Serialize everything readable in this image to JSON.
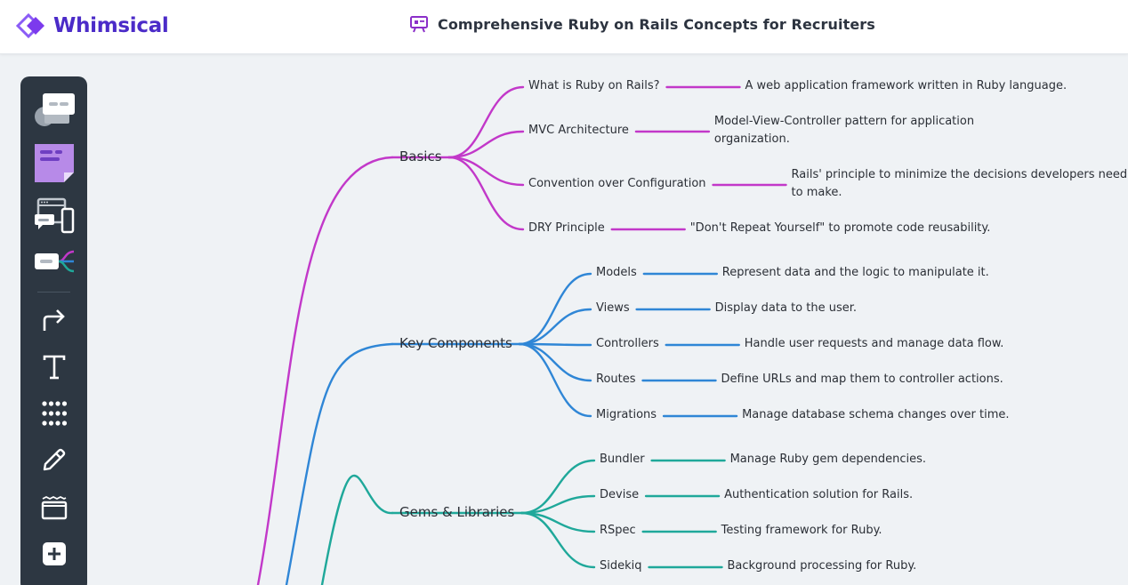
{
  "app": {
    "name": "Whimsical",
    "brand_color": "#4b2bc8",
    "logo_icon": "whimsical-diamond-icon"
  },
  "document": {
    "title": "Comprehensive Ruby on Rails Concepts for Recruiters",
    "icon": "presentation-board-icon"
  },
  "toolbar": {
    "tools": [
      {
        "name": "card-tool",
        "icon": "card-shapes-icon"
      },
      {
        "name": "sticky-note-tool",
        "icon": "sticky-note-icon"
      },
      {
        "name": "wireframe-tool",
        "icon": "wireframe-devices-icon"
      },
      {
        "name": "mind-map-tool",
        "icon": "mind-map-icon"
      },
      {
        "name": "connector-tool",
        "icon": "arrow-connector-icon"
      },
      {
        "name": "text-tool",
        "icon": "text-icon"
      },
      {
        "name": "grid-tool",
        "icon": "grid-dots-icon"
      },
      {
        "name": "pencil-tool",
        "icon": "pencil-icon"
      },
      {
        "name": "section-tool",
        "icon": "section-frame-icon"
      },
      {
        "name": "insert-tool",
        "icon": "plus-square-icon"
      }
    ]
  },
  "mindmap": {
    "branches": [
      {
        "label": "Basics",
        "color": "#c238c9",
        "children": [
          {
            "label": "What is Ruby on Rails?",
            "desc": [
              "A web application framework written in Ruby language."
            ]
          },
          {
            "label": "MVC Architecture",
            "desc": [
              "Model-View-Controller pattern for application",
              "organization."
            ]
          },
          {
            "label": "Convention over Configuration",
            "desc": [
              "Rails' principle to minimize the decisions developers need",
              "to make."
            ]
          },
          {
            "label": "DRY Principle",
            "desc": [
              "\"Don't Repeat Yourself\" to promote code reusability."
            ]
          }
        ]
      },
      {
        "label": "Key Components",
        "color": "#2f86d6",
        "children": [
          {
            "label": "Models",
            "desc": [
              "Represent data and the logic to manipulate it."
            ]
          },
          {
            "label": "Views",
            "desc": [
              "Display data to the user."
            ]
          },
          {
            "label": "Controllers",
            "desc": [
              "Handle user requests and manage data flow."
            ]
          },
          {
            "label": "Routes",
            "desc": [
              "Define URLs and map them to controller actions."
            ]
          },
          {
            "label": "Migrations",
            "desc": [
              "Manage database schema changes over time."
            ]
          }
        ]
      },
      {
        "label": "Gems & Libraries",
        "color": "#1fa89a",
        "children": [
          {
            "label": "Bundler",
            "desc": [
              "Manage Ruby gem dependencies."
            ]
          },
          {
            "label": "Devise",
            "desc": [
              "Authentication solution for Rails."
            ]
          },
          {
            "label": "RSpec",
            "desc": [
              "Testing framework for Ruby."
            ]
          },
          {
            "label": "Sidekiq",
            "desc": [
              "Background processing for Ruby."
            ]
          }
        ]
      }
    ]
  }
}
